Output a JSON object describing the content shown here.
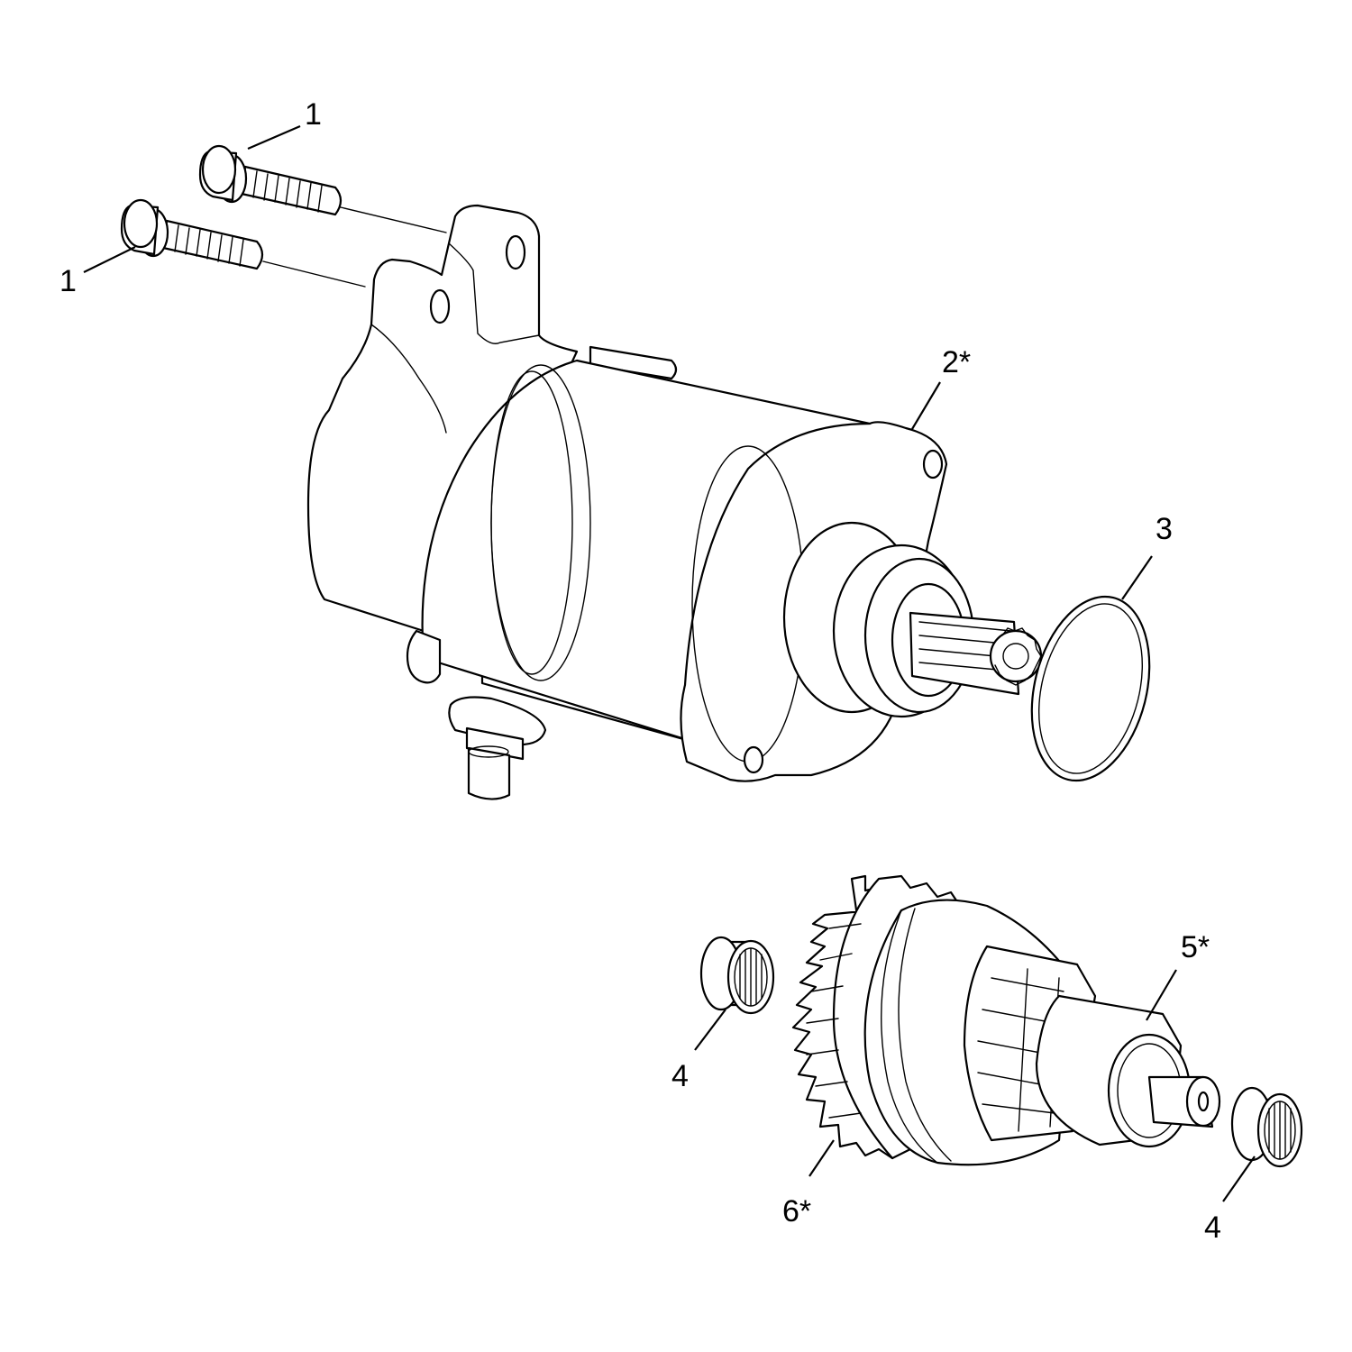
{
  "diagram": {
    "callouts": {
      "c1a": "1",
      "c1b": "1",
      "c2": "2*",
      "c3": "3",
      "c4a": "4",
      "c4b": "4",
      "c5": "5*",
      "c6": "6*"
    },
    "colors": {
      "line": "#000000",
      "background": "#ffffff"
    }
  }
}
